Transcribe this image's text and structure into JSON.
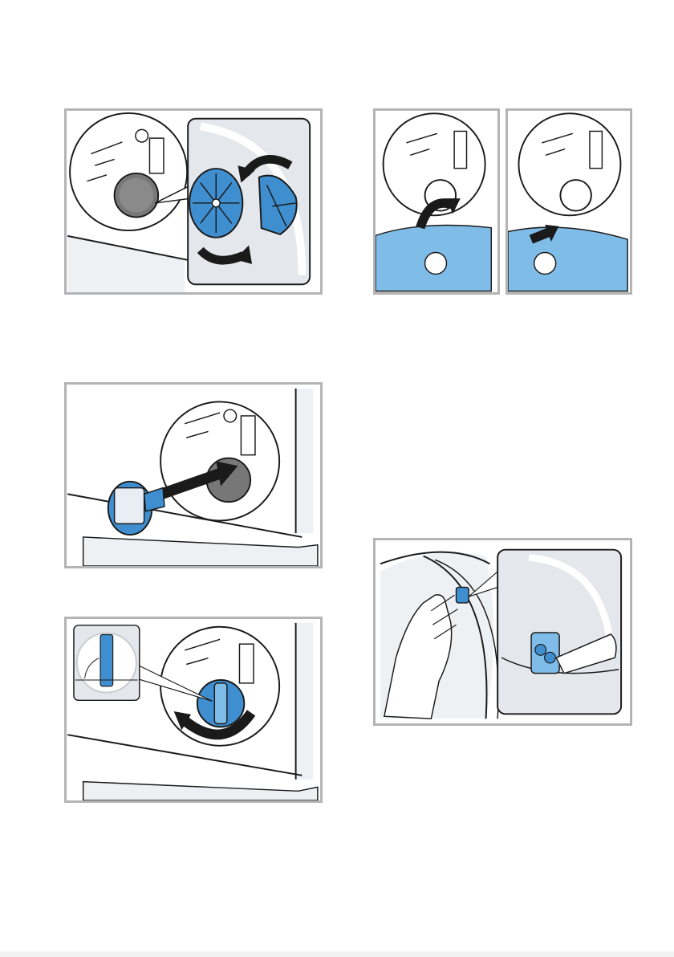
{
  "page": {
    "text_present": false,
    "background": "#ffffff"
  },
  "colors": {
    "part_blue": "#3f8fd0",
    "part_blue_light": "#7fbde8",
    "frame_gray": "#b4b4b4",
    "shade_gray": "#e4e8ec",
    "line": "#1a1a1a"
  },
  "figures": [
    {
      "id": "fig-1",
      "icons": [
        "pump-opening",
        "pump-impeller",
        "rotate-arrows"
      ]
    },
    {
      "id": "fig-2a",
      "icons": [
        "drain-hose",
        "lift-arrow",
        "step-badge"
      ],
      "badge": ""
    },
    {
      "id": "fig-2b",
      "icons": [
        "drain-hose",
        "push-arrow",
        "step-badge"
      ],
      "badge": ""
    },
    {
      "id": "fig-3",
      "icons": [
        "pump-cover",
        "insert-arrow"
      ]
    },
    {
      "id": "fig-4",
      "icons": [
        "pump-cover",
        "rotate-arrow",
        "angle-detail"
      ]
    },
    {
      "id": "fig-5",
      "icons": [
        "door-seal",
        "hand",
        "detergent-insert"
      ]
    }
  ]
}
